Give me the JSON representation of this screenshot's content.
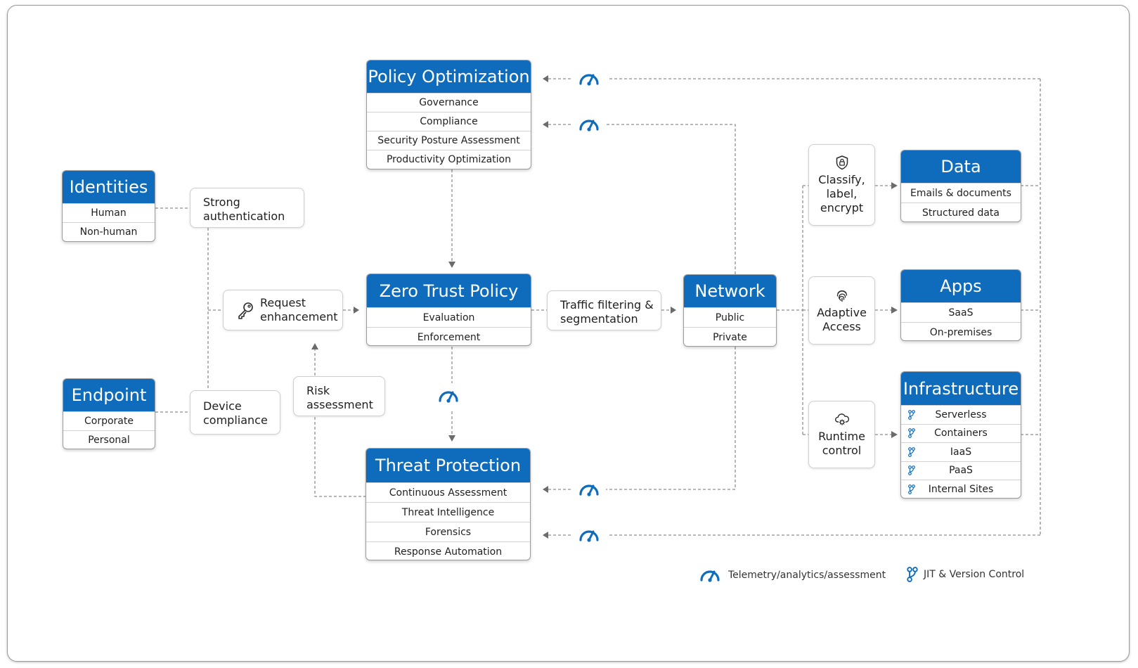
{
  "policy_optimization": {
    "title": "Policy Optimization",
    "items": [
      "Governance",
      "Compliance",
      "Security Posture Assessment",
      "Productivity Optimization"
    ]
  },
  "zero_trust_policy": {
    "title": "Zero Trust Policy",
    "items": [
      "Evaluation",
      "Enforcement"
    ]
  },
  "threat_protection": {
    "title": "Threat Protection",
    "items": [
      "Continuous Assessment",
      "Threat Intelligence",
      "Forensics",
      "Response Automation"
    ]
  },
  "identities": {
    "title": "Identities",
    "items": [
      "Human",
      "Non-human"
    ]
  },
  "endpoint": {
    "title": "Endpoint",
    "items": [
      "Corporate",
      "Personal"
    ]
  },
  "network": {
    "title": "Network",
    "items": [
      "Public",
      "Private"
    ]
  },
  "data": {
    "title": "Data",
    "items": [
      "Emails & documents",
      "Structured data"
    ]
  },
  "apps": {
    "title": "Apps",
    "items": [
      "SaaS",
      "On-premises"
    ]
  },
  "infrastructure": {
    "title": "Infrastructure",
    "items": [
      "Serverless",
      "Containers",
      "IaaS",
      "PaaS",
      "Internal Sites"
    ]
  },
  "steps": {
    "strong_auth": "Strong\nauthentication",
    "request_enhancement": "Request\nenhancement",
    "device_compliance": "Device\ncompliance",
    "risk_assessment": "Risk\nassessment",
    "traffic_filtering": "Traffic filtering &\nsegmentation",
    "classify": "Classify,\nlabel,\nencrypt",
    "adaptive_access": "Adaptive\nAccess",
    "runtime_control": "Runtime\ncontrol"
  },
  "legend": {
    "telemetry": "Telemetry/analytics/assessment",
    "jit": "JIT & Version Control"
  },
  "colors": {
    "accent": "#0f6cbd",
    "connector": "#8e8e8e"
  },
  "icons": [
    "gauge-icon",
    "branch-icon",
    "key-icon",
    "shield-lock-icon",
    "fingerprint-icon",
    "cloud-gear-icon"
  ]
}
